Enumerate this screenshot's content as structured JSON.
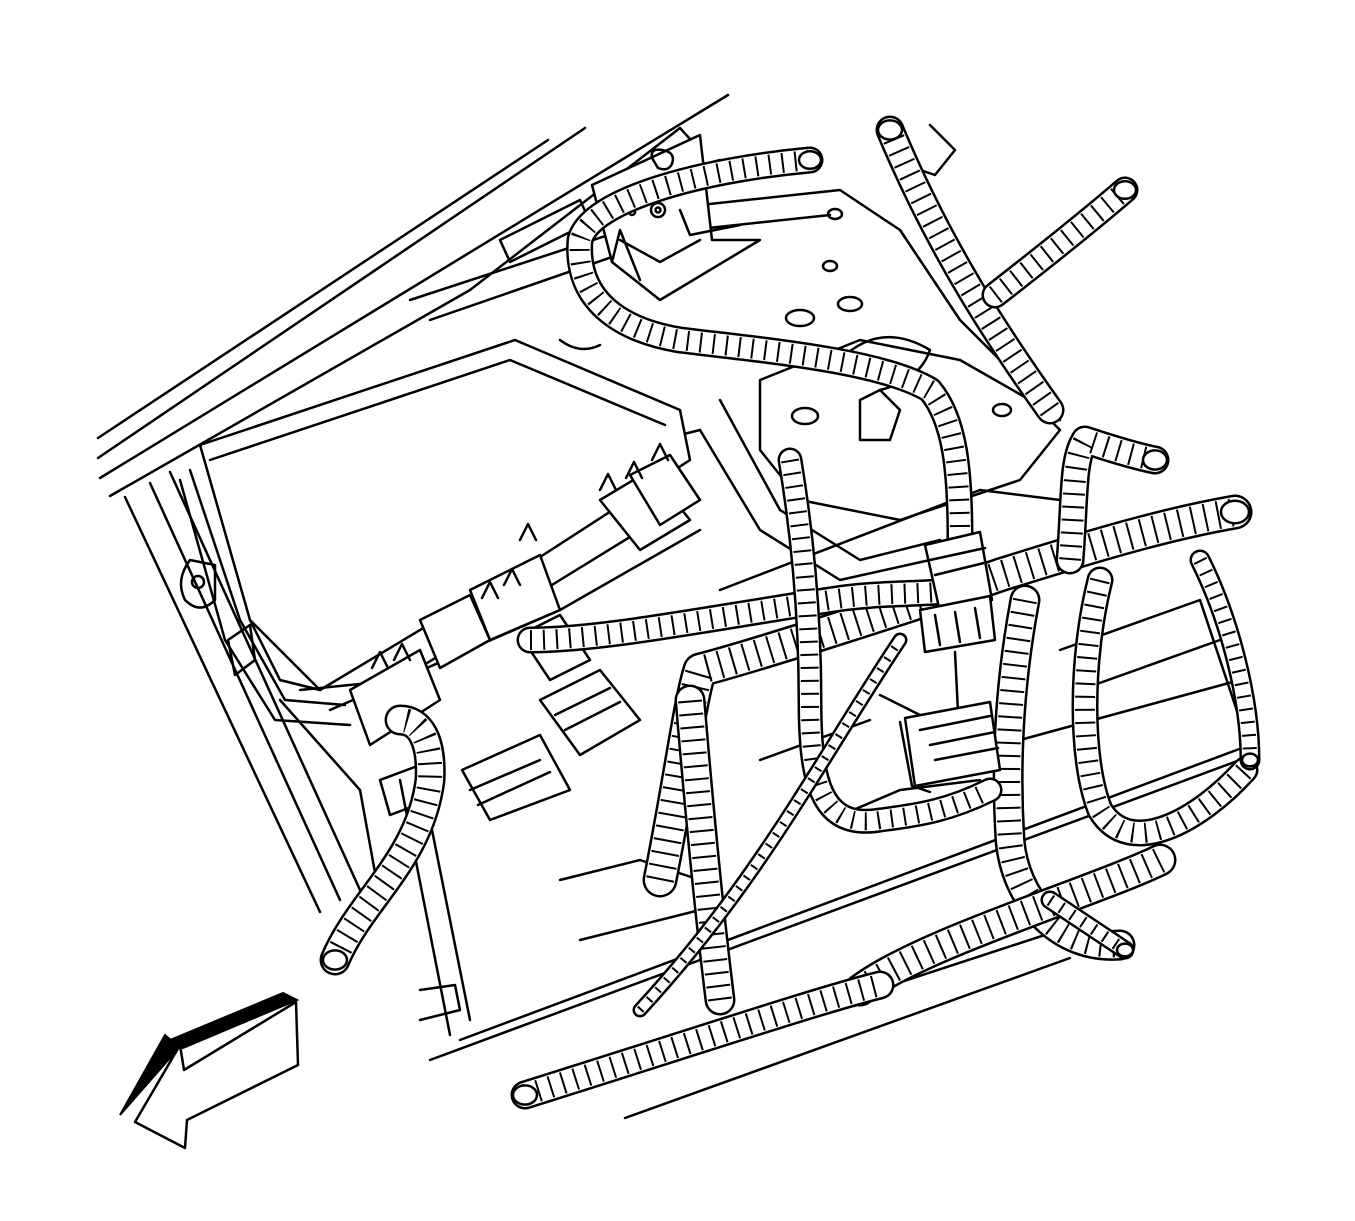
{
  "diagram": {
    "type": "line-art-illustration",
    "colors": {
      "line": "#000000",
      "background": "#ffffff"
    },
    "parts": [
      "fender-panel",
      "fuse-relay-box",
      "mounting-bracket",
      "wheelhouse-panel",
      "electrical-connector",
      "wiring-harness",
      "frame-rail",
      "direction-arrow"
    ]
  }
}
